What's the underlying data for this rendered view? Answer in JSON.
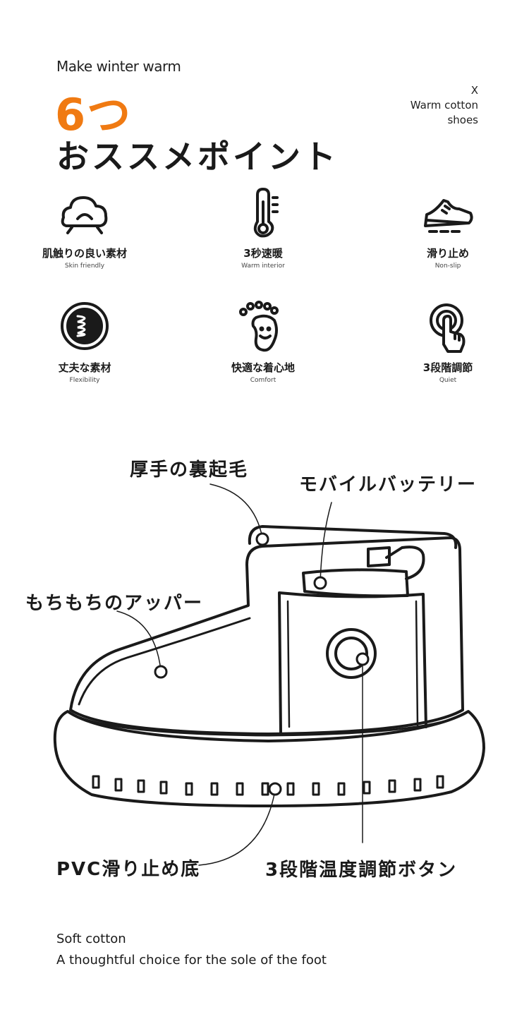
{
  "header": {
    "tagline": "Make winter warm",
    "count": "6つ",
    "title": "おススメポイント",
    "side_x": "X",
    "side_line1": "Warm cotton",
    "side_line2": "shoes"
  },
  "features": [
    {
      "jp": "肌触りの良い素材",
      "en": "Skin friendly",
      "icon": "cloud-icon"
    },
    {
      "jp": "3秒速暖",
      "en": "Warm interior",
      "icon": "thermometer-icon"
    },
    {
      "jp": "滑り止め",
      "en": "Non-slip",
      "icon": "sneaker-icon"
    },
    {
      "jp": "丈夫な素材",
      "en": "Flexibility",
      "icon": "spring-icon"
    },
    {
      "jp": "快適な着心地",
      "en": "Comfort",
      "icon": "happy-foot-icon"
    },
    {
      "jp": "3段階調節",
      "en": "Quiet",
      "icon": "touch-button-icon"
    }
  ],
  "callouts": {
    "lining": "厚手の裏起毛",
    "battery": "モバイルバッテリー",
    "upper": "もちもちのアッパー",
    "sole": "PVC滑り止め底",
    "button": "3段階温度調節ボタン"
  },
  "footer": {
    "line1": "Soft cotton",
    "line2": "A thoughtful choice for the sole of the foot"
  }
}
